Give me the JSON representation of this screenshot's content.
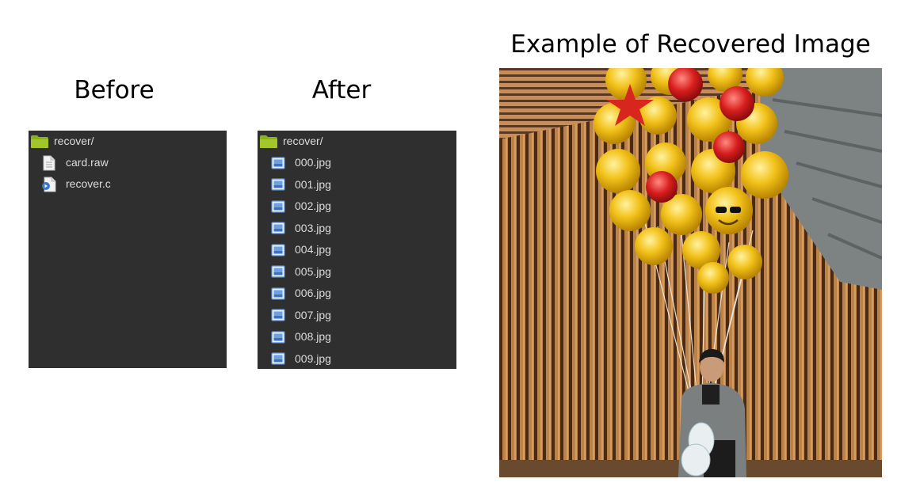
{
  "headings": {
    "before": "Before",
    "after": "After",
    "example": "Example of Recovered Image"
  },
  "before_panel": {
    "folder": "recover/",
    "files": [
      {
        "name": "card.raw",
        "icon": "text-file-icon"
      },
      {
        "name": "recover.c",
        "icon": "c-source-file-icon"
      }
    ]
  },
  "after_panel": {
    "folder": "recover/",
    "files": [
      {
        "name": "000.jpg",
        "icon": "image-file-icon"
      },
      {
        "name": "001.jpg",
        "icon": "image-file-icon"
      },
      {
        "name": "002.jpg",
        "icon": "image-file-icon"
      },
      {
        "name": "003.jpg",
        "icon": "image-file-icon"
      },
      {
        "name": "004.jpg",
        "icon": "image-file-icon"
      },
      {
        "name": "005.jpg",
        "icon": "image-file-icon"
      },
      {
        "name": "006.jpg",
        "icon": "image-file-icon"
      },
      {
        "name": "007.jpg",
        "icon": "image-file-icon"
      },
      {
        "name": "008.jpg",
        "icon": "image-file-icon"
      },
      {
        "name": "009.jpg",
        "icon": "image-file-icon"
      }
    ]
  },
  "colors": {
    "panel_bg": "#2f2f2f",
    "panel_text": "#dcdcdc",
    "folder_icon": "#9bbf1f",
    "image_icon": "#5b8fd6"
  }
}
